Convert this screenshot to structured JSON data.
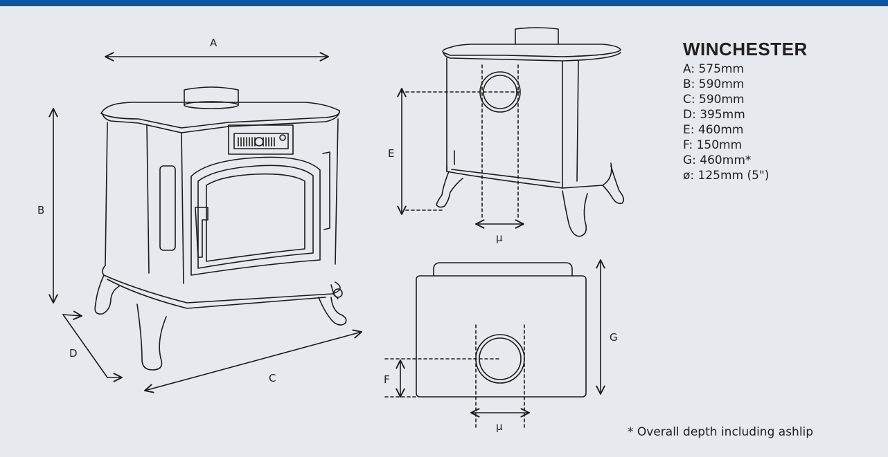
{
  "title": "WINCHESTER",
  "specs": [
    "A: 575mm",
    "B: 590mm",
    "C: 590mm",
    "D: 395mm",
    "E: 460mm",
    "F: 150mm",
    "G: 460mm*",
    "ø: 125mm (5\")"
  ],
  "footnote": "* Overall depth including ashlip",
  "labels": {
    "a": "A",
    "b": "B",
    "c": "C",
    "d": "D",
    "e": "E",
    "f": "F",
    "g": "G",
    "mu_side": "µ",
    "mu_top": "µ"
  },
  "colors": {
    "bar": "#0a56a3",
    "background": "#e6e9ee",
    "line": "#1a1a1a"
  }
}
